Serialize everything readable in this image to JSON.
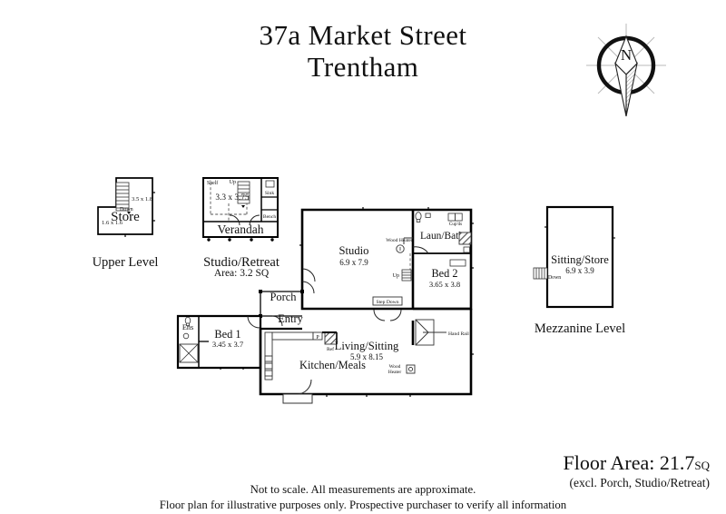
{
  "title": {
    "line1": "37a Market Street",
    "line2": "Trentham"
  },
  "compass": {
    "icon": "compass-rose-icon",
    "north_label": "N"
  },
  "levels": {
    "upper": {
      "caption": "Upper Level",
      "rooms": [
        {
          "name": "Store",
          "dims_a": "3.5 x 1.8",
          "dims_b": "1.6 x 1.6"
        }
      ],
      "annotations": [
        "Down"
      ]
    },
    "studio_retreat": {
      "caption": "Studio/Retreat",
      "area_caption": "Area: 3.2 SQ",
      "rooms": [
        {
          "name": "Verandah",
          "dims": "3.3 x 3.75"
        }
      ],
      "annotations": [
        "Shelf",
        "Up",
        "Sink",
        "Bench"
      ]
    },
    "ground": {
      "rooms": [
        {
          "name": "Studio",
          "dims": "6.9 x 7.9"
        },
        {
          "name": "Laun/Bath",
          "dims": ""
        },
        {
          "name": "Bed 2",
          "dims": "3.65 x 3.8"
        },
        {
          "name": "Porch",
          "dims": ""
        },
        {
          "name": "Entry",
          "dims": ""
        },
        {
          "name": "Ens",
          "dims": ""
        },
        {
          "name": "Bed 1",
          "dims": "3.45 x 3.7"
        },
        {
          "name": "Kitchen/Meals",
          "dims": ""
        },
        {
          "name": "Living/Sitting",
          "dims": "5.9 x 8.15"
        }
      ],
      "annotations": [
        "Wood Heater",
        "Cup'ds",
        "Up",
        "Step Down",
        "Hand Rail",
        "Ref",
        "P"
      ]
    },
    "mezzanine": {
      "caption": "Mezzanine Level",
      "rooms": [
        {
          "name": "Sitting/Store",
          "dims": "6.9 x 3.9"
        }
      ],
      "annotations": [
        "Down"
      ]
    }
  },
  "footer": {
    "floor_area_label": "Floor Area: 21.7",
    "floor_area_unit": "SQ",
    "floor_area_exclusion": "(excl. Porch, Studio/Retreat)",
    "disclaimer_line1": "Not to scale. All measurements are approximate.",
    "disclaimer_line2": "Floor plan for illustrative purposes only. Prospective purchaser to verify all information"
  },
  "colors": {
    "ink": "#111111",
    "wall": "#000000",
    "thin": "#3a3a3a",
    "hatch": "#8c8c8c"
  }
}
